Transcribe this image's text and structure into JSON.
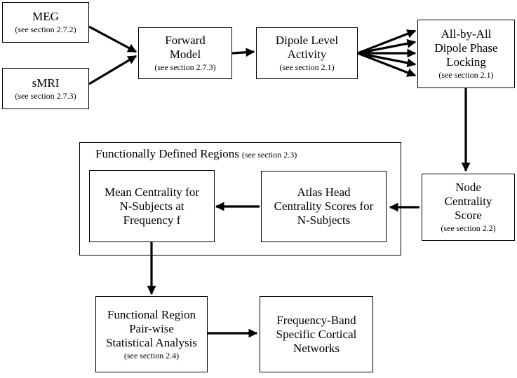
{
  "nodes": {
    "meg": {
      "label": "MEG",
      "ref": "(see section 2.7.2)"
    },
    "smri": {
      "label": "sMRI",
      "ref": "(see section 2.7.3)"
    },
    "forward": {
      "label1": "Forward",
      "label2": "Model",
      "ref": "(see section 2.7.3)"
    },
    "dipole": {
      "label1": "Dipole Level",
      "label2": "Activity",
      "ref": "(see section 2.1)"
    },
    "allbyall": {
      "label1": "All-by-All",
      "label2": "Dipole Phase",
      "label3": "Locking",
      "ref": "(see section 2.1)"
    },
    "node_centrality": {
      "label1": "Node",
      "label2": "Centrality",
      "label3": "Score",
      "ref": "(see section 2.2)"
    },
    "atlas": {
      "label1": "Atlas Head",
      "label2": "Centrality Scores for",
      "label3": "N-Subjects"
    },
    "mean": {
      "label1": "Mean Centrality for",
      "label2": "N-Subjects at",
      "label3": "Frequency f"
    },
    "functional": {
      "label1": "Functional Region",
      "label2": "Pair-wise",
      "label3": "Statistical Analysis",
      "ref": "(see section 2.4)"
    },
    "frequency": {
      "label1": "Frequency-Band",
      "label2": "Specific Cortical",
      "label3": "Networks"
    }
  },
  "group": {
    "title": "Functionally Defined Regions",
    "ref": "(see section 2.3)"
  }
}
